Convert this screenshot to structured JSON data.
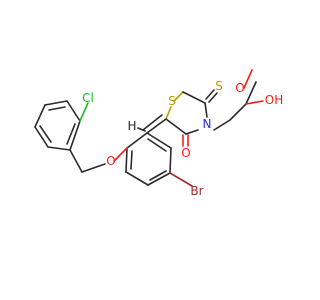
{
  "atoms": {
    "S1": {
      "text": "S",
      "color": "#b3a000"
    },
    "S2": {
      "text": "S",
      "color": "#b3a000"
    },
    "N": {
      "text": "N",
      "color": "#2a2aff"
    },
    "O_ketone": {
      "text": "O",
      "color": "#ff1a1a"
    },
    "O_ether": {
      "text": "O",
      "color": "#ff1a1a"
    },
    "O_acid": {
      "text": "O",
      "color": "#ff1a1a"
    },
    "OH": {
      "text": "OH",
      "color": "#ff1a1a"
    },
    "H_alkene": {
      "text": "H",
      "color": "#2b2b2b"
    },
    "Cl": {
      "text": "Cl",
      "color": "#1fbf1f"
    },
    "Br": {
      "text": "Br",
      "color": "#a62a2a"
    }
  }
}
